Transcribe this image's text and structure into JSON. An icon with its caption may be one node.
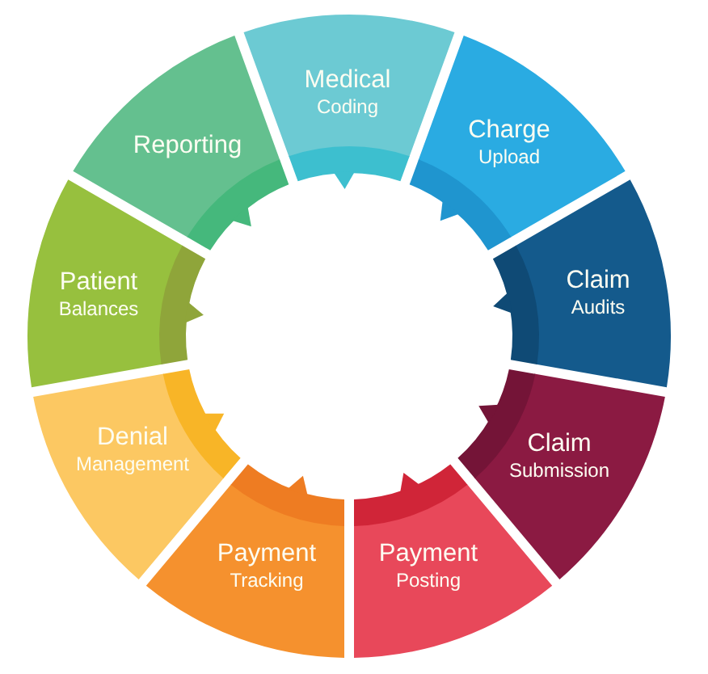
{
  "diagram": {
    "nodes": [
      {
        "text": [
          "Medical",
          "Coding"
        ]
      },
      {
        "text": [
          "Charge",
          "Upload"
        ]
      },
      {
        "text": [
          "Claim",
          "Audits"
        ]
      },
      {
        "text": [
          "Claim",
          "Submission"
        ]
      },
      {
        "text": [
          "Payment",
          "Posting"
        ]
      },
      {
        "text": [
          "Payment",
          "Tracking"
        ]
      },
      {
        "text": [
          "Denial",
          "Management"
        ]
      },
      {
        "text": [
          "Patient",
          "Balances"
        ]
      },
      {
        "text": [
          "Reporting"
        ]
      }
    ]
  }
}
